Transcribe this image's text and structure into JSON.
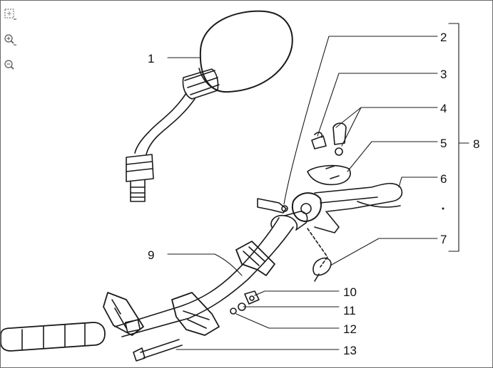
{
  "toolbar": {
    "icons": [
      "fit-page-icon",
      "zoom-in-icon",
      "zoom-out-icon"
    ]
  },
  "callouts": {
    "c1": "1",
    "c2": "2",
    "c3": "3",
    "c4": "4",
    "c5": "5",
    "c6": "6",
    "c7": "7",
    "c8": "8",
    "c9": "9",
    "c10": "10",
    "c11": "11",
    "c12": "12",
    "c13": "13"
  },
  "colors": {
    "line": "#1a1a1a",
    "border": "#6b6b6b"
  }
}
